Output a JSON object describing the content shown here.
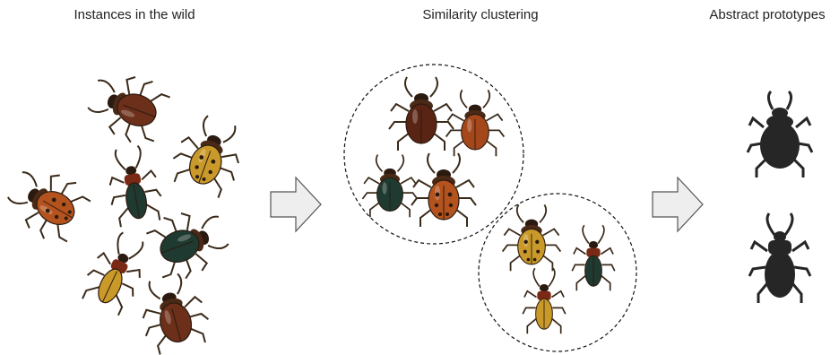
{
  "panels": [
    {
      "title": "Instances in the wild"
    },
    {
      "title": "Similarity clustering"
    },
    {
      "title": "Abstract prototypes"
    }
  ],
  "colors": {
    "beetle_brown": "#6b2f1a",
    "beetle_red": "#b4531e",
    "beetle_yellow": "#c99a2a",
    "beetle_dark": "#1f3a30",
    "silhouette": "#262626",
    "arrow_fill": "#eeeeee",
    "arrow_stroke": "#555555",
    "cluster_stroke": "#111111"
  },
  "icons": [
    "beetle-icon",
    "arrow-right-icon",
    "beetle-silhouette-icon"
  ]
}
